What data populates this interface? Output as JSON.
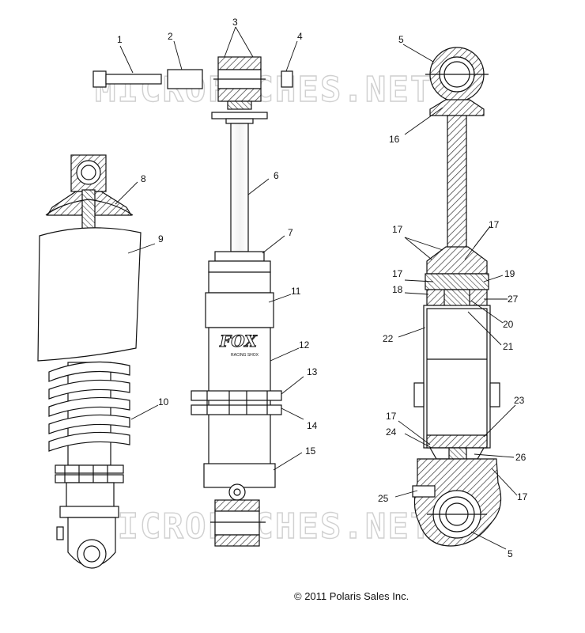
{
  "watermark": "MICROFICHES.NET",
  "copyright": "© 2011 Polaris Sales Inc.",
  "brand": {
    "logo_text": "FOX",
    "logo_subtext": "RACING SHOX"
  },
  "callouts": [
    "1",
    "2",
    "3",
    "4",
    "5",
    "16",
    "6",
    "8",
    "9",
    "7",
    "11",
    "12",
    "13",
    "14",
    "10",
    "15",
    "17",
    "17",
    "17",
    "19",
    "18",
    "27",
    "20",
    "21",
    "22",
    "23",
    "17",
    "24",
    "26",
    "25",
    "17",
    "5"
  ],
  "colors": {
    "line": "#111111",
    "hatch": "#333333",
    "watermark": "#d0d0d0",
    "background": "#ffffff"
  }
}
